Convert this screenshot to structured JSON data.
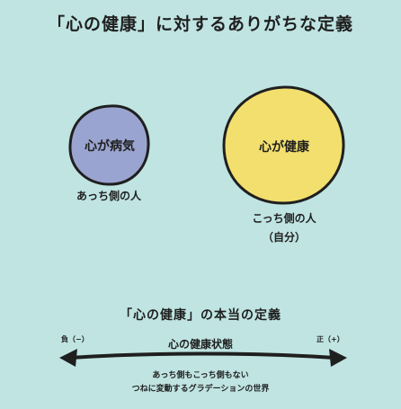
{
  "title": "「心の健康」に対するありがちな定義",
  "left_group": {
    "circle_label": "心が病気",
    "caption": "あっち側の人",
    "circle_color": "#9aa4d0"
  },
  "right_group": {
    "circle_label": "心が健康",
    "caption_line1": "こっち側の人",
    "caption_line2": "（自分）",
    "circle_color": "#f2df6e"
  },
  "section_title": "「心の健康」の本当の定義",
  "arrow": {
    "label": "心の健康状態",
    "left_end": "負（−）",
    "right_end": "正（+）",
    "note_line1": "あっち側もこっち側もない",
    "note_line2": "つねに変動するグラデーションの世界"
  }
}
